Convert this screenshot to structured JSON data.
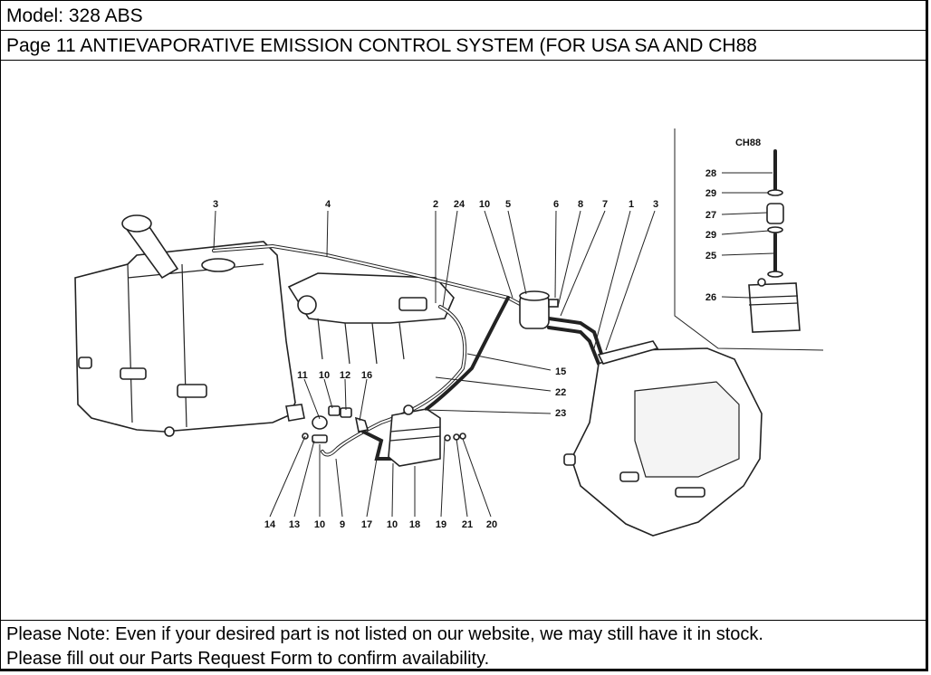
{
  "header": {
    "model": "Model: 328 ABS",
    "page_title": "Page 11  ANTIEVAPORATIVE EMISSION CONTROL SYSTEM (FOR USA  SA AND CH88"
  },
  "diagram": {
    "inset_title": "CH88",
    "callouts_top": [
      "3",
      "4",
      "2",
      "24",
      "10",
      "5",
      "6",
      "8",
      "7",
      "1",
      "3"
    ],
    "callouts_right": [
      "15",
      "22",
      "23"
    ],
    "callouts_bottom": [
      "14",
      "13",
      "10",
      "9",
      "17",
      "10",
      "18",
      "19",
      "21",
      "20"
    ],
    "callouts_middle": [
      "11",
      "10",
      "12",
      "16"
    ],
    "callouts_inset": [
      "28",
      "29",
      "27",
      "29",
      "25",
      "26"
    ]
  },
  "note": {
    "line1": "Please Note: Even if your desired part is not listed on our website, we may still have it in stock.",
    "line2": "Please fill out our Parts Request Form to confirm availability."
  }
}
